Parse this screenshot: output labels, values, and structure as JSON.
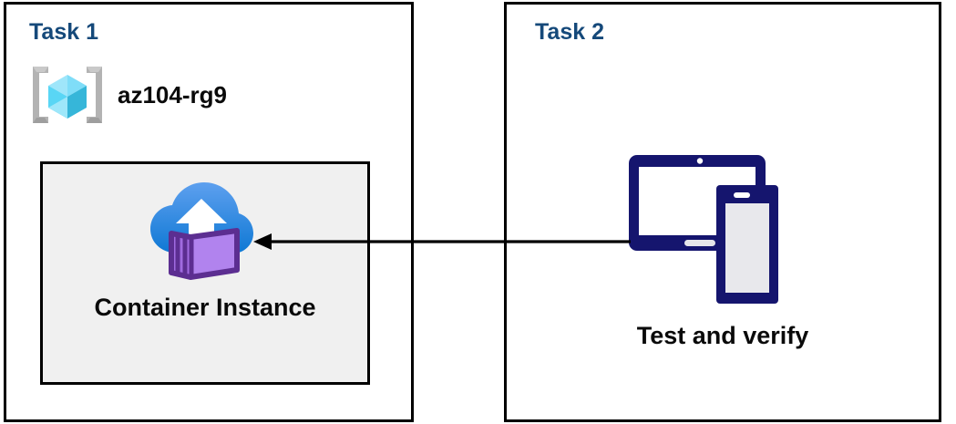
{
  "diagram": {
    "title_color": "#15497A",
    "panels": [
      {
        "id": "task1",
        "title": "Task 1",
        "resource_group": {
          "icon": "azure-resource-group-icon",
          "label": "az104-rg9"
        },
        "resource": {
          "icon": "azure-container-instance-icon",
          "label": "Container Instance",
          "box_fill": "#f0f0f0"
        }
      },
      {
        "id": "task2",
        "title": "Task 2",
        "resource": {
          "icon": "devices-tablet-phone-icon",
          "label": "Test and verify"
        }
      }
    ],
    "connector": {
      "name": "flow-arrow",
      "direction": "right-to-left",
      "from": "Test and verify",
      "to": "Container Instance",
      "color": "#000000"
    }
  }
}
